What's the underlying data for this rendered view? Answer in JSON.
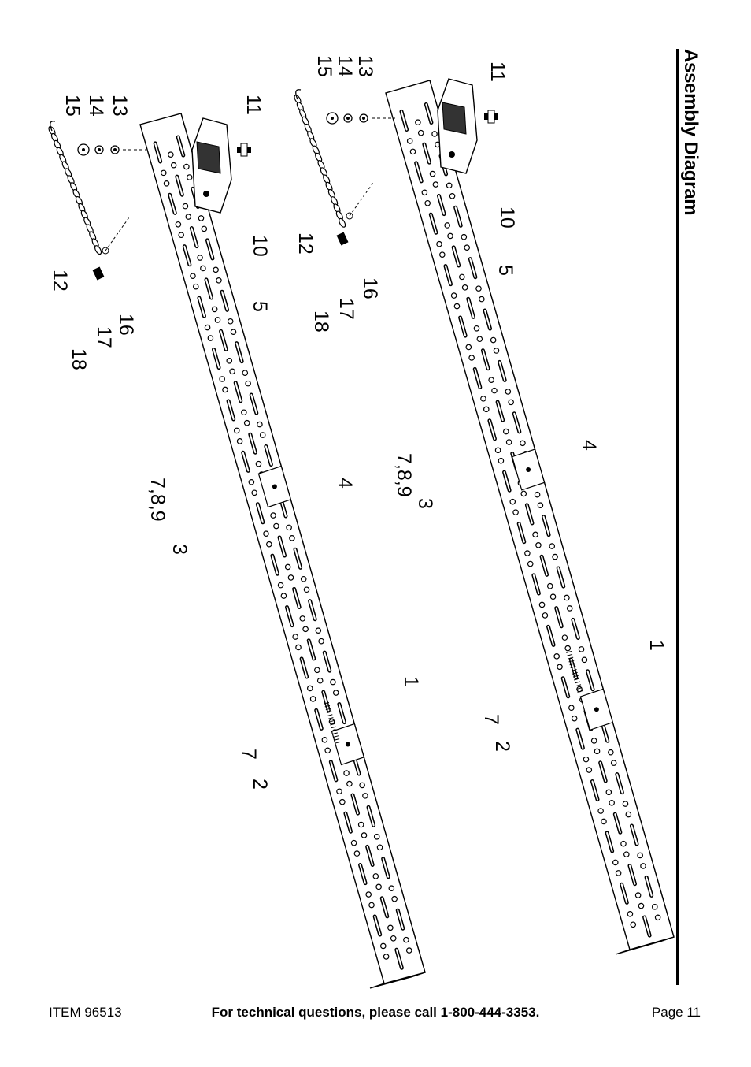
{
  "page": {
    "title": "Assembly Diagram",
    "item": "ITEM 96513",
    "help_text": "For technical questions, please call 1-800-444-3353.",
    "page_label": "Page 11"
  },
  "diagram": {
    "upper_callouts": [
      "11",
      "13",
      "14",
      "15",
      "10",
      "12",
      "16",
      "17",
      "18",
      "5",
      "4",
      "7,8,9",
      "3",
      "1",
      "7",
      "2"
    ],
    "lower_callouts": [
      "11",
      "13",
      "14",
      "15",
      "10",
      "12",
      "16",
      "17",
      "18",
      "5",
      "7,8,9",
      "3",
      "4",
      "1",
      "7",
      "2"
    ]
  }
}
